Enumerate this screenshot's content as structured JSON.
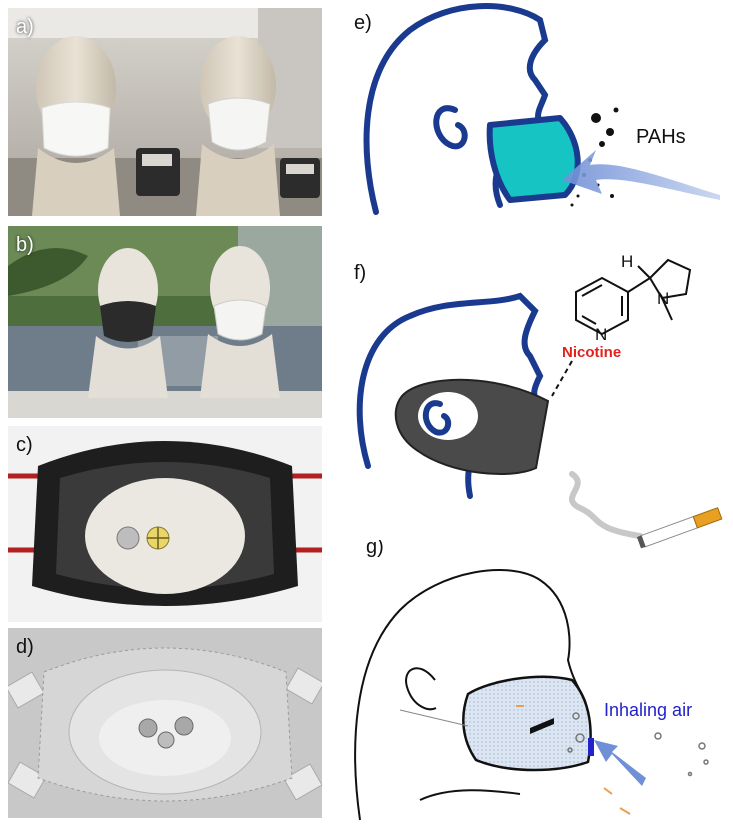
{
  "panels": {
    "a": "a)",
    "b": "b)",
    "c": "c)",
    "d": "d)",
    "e": "e)",
    "f": "f)",
    "g": "g)"
  },
  "annotations": {
    "pahs": "PAHs",
    "nicotine": "Nicotine",
    "inhaling_air": "Inhaling air",
    "atom_h": "H",
    "atom_n_ring": "N",
    "atom_n_pyr": "N"
  },
  "colors": {
    "outline_blue": "#1a3a8f",
    "cyan_mask": "#17c4c4",
    "nicotine_red": "#e3211c",
    "inhale_blue": "#2222cc",
    "arrow_blue": "#6f8fd6",
    "dark_mask": "#4a4a4a"
  }
}
